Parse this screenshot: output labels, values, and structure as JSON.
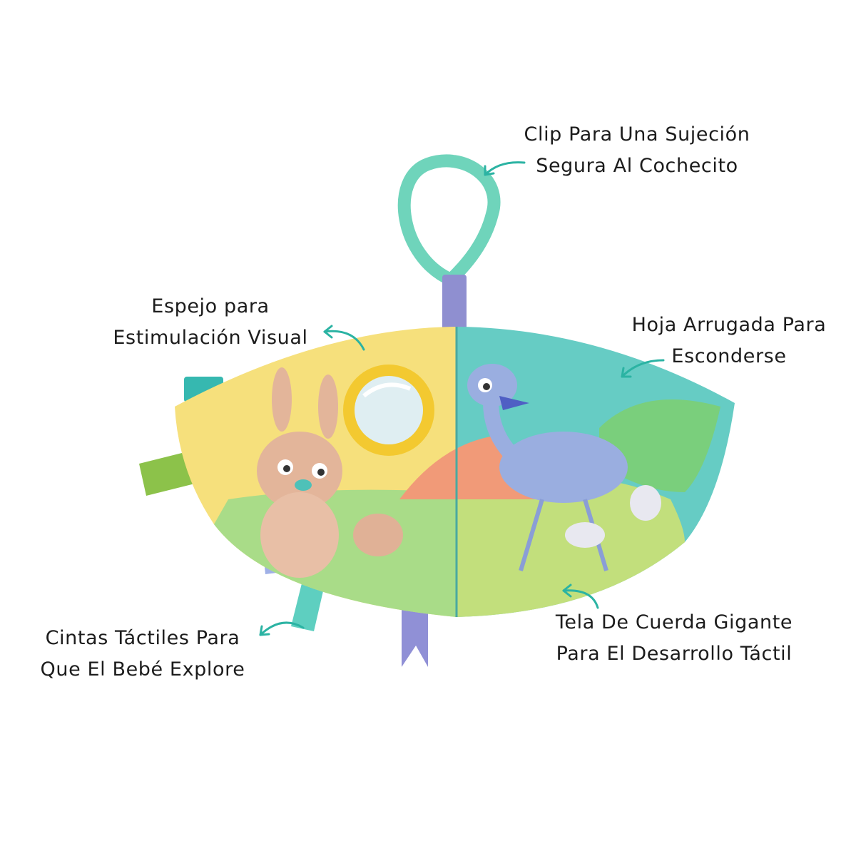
{
  "annotations": {
    "clip": {
      "line1": "Clip Para Una Sujeción",
      "line2": "Segura Al Cochecito"
    },
    "mirror": {
      "line1": "Espejo para",
      "line2": "Estimulación Visual"
    },
    "crinkle": {
      "line1": "Hoja Arrugada Para",
      "line2": "Esconderse"
    },
    "ribbons": {
      "line1": "Cintas Táctiles Para",
      "line2": "Que El Bebé Explore"
    },
    "fabric": {
      "line1": "Tela De Cuerda Gigante",
      "line2": "Para El Desarrollo Táctil"
    }
  },
  "colors": {
    "arrow": "#2bb3a3",
    "ring": "#6fd4bb",
    "text": "#1c1c1c"
  }
}
